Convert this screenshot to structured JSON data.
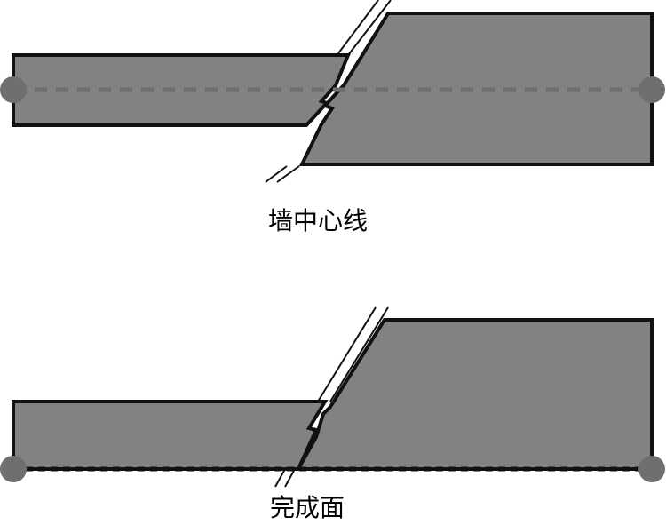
{
  "figures": [
    {
      "id": "top",
      "caption": "墙中心线",
      "reference_line": "center"
    },
    {
      "id": "bottom",
      "caption": "完成面",
      "reference_line": "bottom"
    }
  ],
  "colors": {
    "wall_fill": "#828282",
    "wall_stroke": "#111111",
    "reference_line": "#6f6f6f",
    "reference_dot": "#6f6f6f",
    "bottom_reference_line": "#111111",
    "break_stroke": "#111111",
    "background": "#ffffff"
  }
}
